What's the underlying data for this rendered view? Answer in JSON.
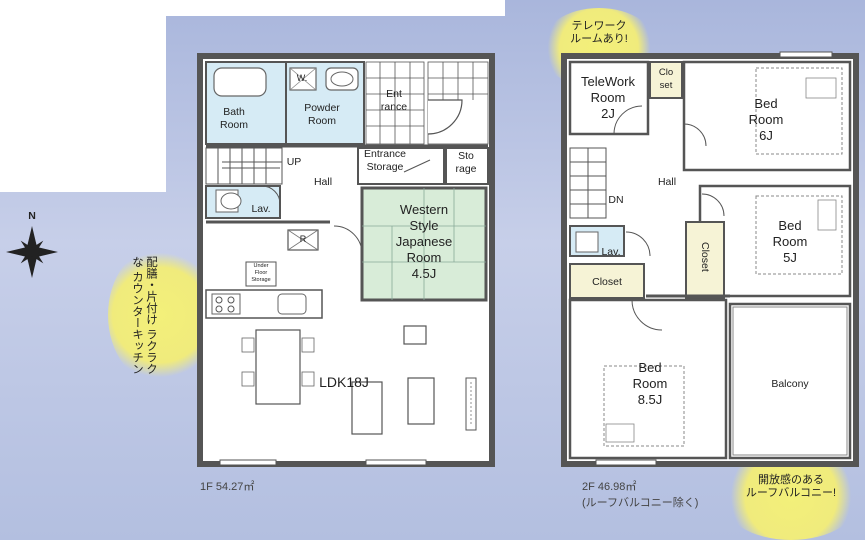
{
  "compass": {
    "north": "N"
  },
  "floor1": {
    "area_label": "1F 54.27㎡",
    "rooms": [
      {
        "key": "bath",
        "name": "Bath\nRoom"
      },
      {
        "key": "powder",
        "name": "Powder\nRoom"
      },
      {
        "key": "powder_w",
        "name": "W."
      },
      {
        "key": "entrance",
        "name": "Ent\nrance"
      },
      {
        "key": "up",
        "name": "UP"
      },
      {
        "key": "hall",
        "name": "Hall"
      },
      {
        "key": "entrance_storage",
        "name": "Entrance\nStorage"
      },
      {
        "key": "storage",
        "name": "Sto\nrage"
      },
      {
        "key": "lav",
        "name": "Lav."
      },
      {
        "key": "r",
        "name": "R"
      },
      {
        "key": "western",
        "name": "Western\nStyle\nJapanese\nRoom\n4.5J"
      },
      {
        "key": "under_floor",
        "name": "Under\nFloor\nStorage"
      },
      {
        "key": "ldk",
        "name": "LDK18J"
      }
    ],
    "callout": "配膳・片付け\nラクラクな\nカウンターキッチン"
  },
  "floor2": {
    "area_label": "2F 46.98㎡",
    "area_note": "(ルーフバルコニー除く)",
    "rooms": [
      {
        "key": "telework",
        "name": "TeleWork\nRoom\n2J"
      },
      {
        "key": "closet_small",
        "name": "Clo\nset"
      },
      {
        "key": "bed6",
        "name": "Bed\nRoom\n6J"
      },
      {
        "key": "dn",
        "name": "DN"
      },
      {
        "key": "hall2",
        "name": "Hall"
      },
      {
        "key": "lav2",
        "name": "Lav."
      },
      {
        "key": "closet",
        "name": "Closet"
      },
      {
        "key": "closet_v",
        "name": "Closet"
      },
      {
        "key": "bed5",
        "name": "Bed\nRoom\n5J"
      },
      {
        "key": "bed85",
        "name": "Bed\nRoom\n8.5J"
      },
      {
        "key": "balcony",
        "name": "Balcony"
      }
    ],
    "callout_top": "テレワーク\nルームあり!",
    "callout_bottom": "開放感のある\nルーフバルコニー!"
  },
  "colors": {
    "bath_blue": "#d6ebf5",
    "tatami_green": "#d8ecd8",
    "wall": "#555",
    "closet_yellow": "#f6f3d6"
  }
}
